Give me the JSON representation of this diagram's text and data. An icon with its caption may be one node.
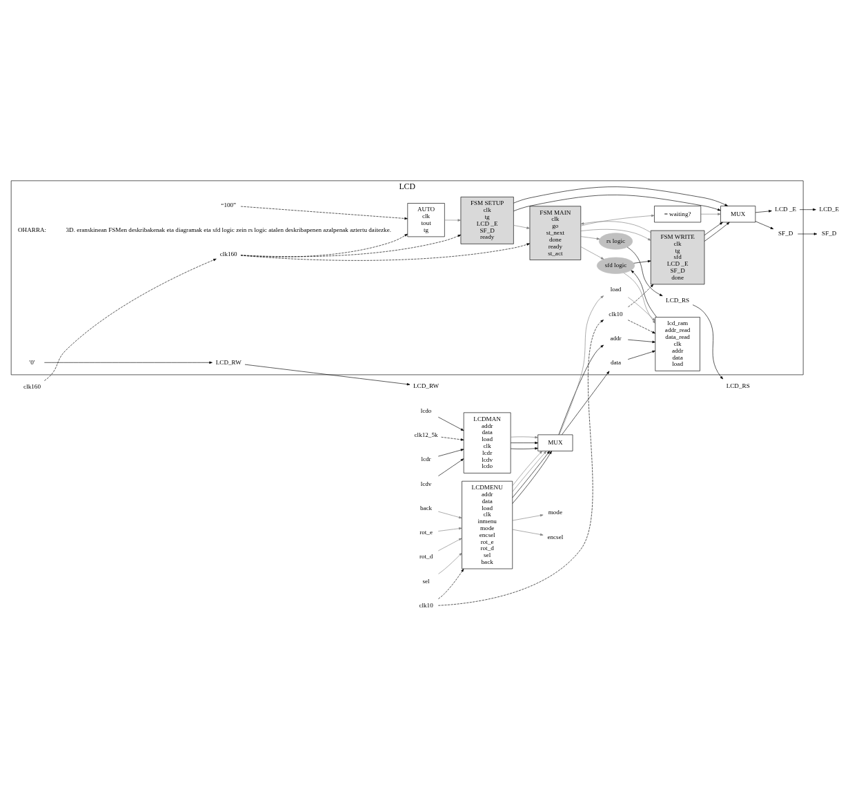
{
  "diagram": {
    "nodes": [
      {
        "text": [
          "LCD"
        ]
      },
      {
        "text": [
          "clk160"
        ],
        "in": 0
      },
      {
        "text": [
          "“100”"
        ],
        "in": 0
      },
      {
        "text": [
          "AUTO",
          "clk",
          "tout",
          "tg"
        ],
        "in": 0
      },
      {
        "text": [
          "FSM SETUP",
          "clk",
          "tg",
          "LCD _E",
          "SF_D",
          "ready"
        ],
        "in": 0
      },
      {
        "text": [
          "clk10"
        ],
        "in": 0
      },
      {
        "text": [
          "FSM WRITE",
          "clk",
          "tg",
          "sfd",
          "LCD _E",
          "SF_D",
          "done"
        ],
        "in": 0
      },
      {
        "text": [
          "FSM MAIN",
          "clk",
          "go",
          "st_next",
          "done",
          "ready",
          "st_act"
        ],
        "in": 0
      },
      {
        "text": [
          "sfd logic"
        ],
        "in": 0
      },
      {
        "text": [
          "′0′"
        ],
        "in": 0
      },
      {
        "text": [
          "LCD_RW"
        ],
        "in": 0
      },
      {
        "text": [
          "MUX"
        ],
        "in": 0
      },
      {
        "text": [
          "LCD _E"
        ],
        "in": 0
      },
      {
        "text": [
          "SF_D"
        ],
        "in": 0
      },
      {
        "text": [
          "LCD_RS"
        ],
        "in": 0
      },
      {
        "text": [
          "= waiting?"
        ],
        "in": 0
      },
      {
        "text": [
          "rs logic"
        ],
        "in": 0
      },
      {
        "text": [
          "lcd_ram",
          "addr_read",
          "data_read",
          "clk",
          "addr",
          "data",
          "load"
        ],
        "in": 0
      },
      {
        "text": [
          "addr"
        ],
        "in": 0
      },
      {
        "text": [
          "data"
        ],
        "in": 0
      },
      {
        "text": [
          "load"
        ],
        "in": 0
      },
      {
        "text": [
          "clk160"
        ]
      },
      {
        "text": [
          "clk10"
        ]
      },
      {
        "text": [
          "LCD_RW"
        ]
      },
      {
        "text": [
          "LCD_E"
        ]
      },
      {
        "text": [
          "SF_D"
        ]
      },
      {
        "text": [
          "LCD_RS"
        ]
      },
      {
        "text": [
          "MUX"
        ]
      },
      {
        "text": [
          "LCDMENU",
          "addr",
          "data",
          "load",
          "clk",
          "inmenu",
          "mode",
          "encsel",
          "rot_e",
          "rot_d",
          "sel",
          "back"
        ]
      },
      {
        "text": [
          "LCDMAN",
          "addr",
          "data",
          "load",
          "clk",
          "lcdr",
          "lcdv",
          "lcdo"
        ]
      },
      {
        "text": [
          "clk12_5k"
        ]
      },
      {
        "text": [
          "rot_e"
        ]
      },
      {
        "text": [
          "rot_d"
        ]
      },
      {
        "text": [
          "sel"
        ]
      },
      {
        "text": [
          "back"
        ]
      },
      {
        "text": [
          "lcdr"
        ]
      },
      {
        "text": [
          "lcdv"
        ]
      },
      {
        "text": [
          "lcdo"
        ]
      },
      {
        "text": [
          "mode"
        ]
      },
      {
        "text": [
          "encsel"
        ]
      }
    ],
    "edges": [
      {
        "from": 21,
        "to": 1,
        "arrow": "to",
        "style": "dashed"
      },
      {
        "from": 1,
        "to": 4,
        "arrow": "to",
        "style": "dashed"
      },
      {
        "from": 1,
        "to": 3,
        "arrow": "to",
        "style": "dashed"
      },
      {
        "from": 1,
        "to": 7,
        "arrow": "to",
        "style": "dashed"
      },
      {
        "from": 2,
        "to": 3,
        "arrow": "to",
        "style": "dashed"
      },
      {
        "from": 3,
        "to": 4,
        "arrow": "to",
        "color": "#808080"
      },
      {
        "from": 22,
        "to": 5,
        "arrow": "to",
        "style": "dashed"
      },
      {
        "from": 5,
        "to": 6,
        "arrow": "to",
        "style": "dashed"
      },
      {
        "from": 5,
        "to": 17,
        "arrow": "to",
        "style": "dashed"
      },
      {
        "from": 22,
        "to": 28,
        "arrow": "to",
        "style": "dashed"
      },
      {
        "from": 4,
        "to": 11,
        "arrow": "to"
      },
      {
        "from": 4,
        "to": 11,
        "arrow": "to"
      },
      {
        "from": 6,
        "to": 11,
        "arrow": "to"
      },
      {
        "from": 6,
        "to": 11,
        "arrow": "to"
      },
      {
        "from": 4,
        "to": 7,
        "arrow": "to",
        "color": "#808080"
      },
      {
        "from": 6,
        "to": 7,
        "arrow": "to",
        "color": "#808080"
      },
      {
        "from": 7,
        "to": 6,
        "arrow": "to",
        "color": "#808080"
      },
      {
        "from": 8,
        "to": 6,
        "arrow": "to"
      },
      {
        "from": 7,
        "to": 8,
        "arrow": "to",
        "color": "#808080"
      },
      {
        "from": 8,
        "to": 17,
        "arrow": "to",
        "color": "#808080"
      },
      {
        "from": 17,
        "to": 8,
        "arrow": "to"
      },
      {
        "from": 7,
        "to": 16,
        "arrow": "to",
        "color": "#808080"
      },
      {
        "from": 7,
        "to": 15,
        "arrow": "to",
        "color": "#808080"
      },
      {
        "from": 15,
        "to": 11,
        "arrow": "to",
        "color": "#808080"
      },
      {
        "from": 16,
        "to": 14,
        "arrow": "to"
      },
      {
        "from": 9,
        "to": 10,
        "arrow": "to"
      },
      {
        "from": 11,
        "to": 12,
        "arrow": "to"
      },
      {
        "from": 11,
        "to": 13,
        "arrow": "to"
      },
      {
        "from": 10,
        "to": 23,
        "arrow": "to"
      },
      {
        "from": 12,
        "to": 24,
        "arrow": "to"
      },
      {
        "from": 13,
        "to": 25,
        "arrow": "to"
      },
      {
        "from": 14,
        "to": 26,
        "arrow": "to"
      },
      {
        "from": 18,
        "to": 17,
        "arrow": "to"
      },
      {
        "from": 19,
        "to": 17,
        "arrow": "to"
      },
      {
        "from": 20,
        "to": 17,
        "arrow": "to",
        "color": "#808080"
      },
      {
        "from": 27,
        "to": 18,
        "arrow": "to"
      },
      {
        "from": 27,
        "to": 19,
        "arrow": "to"
      },
      {
        "from": 27,
        "to": 20,
        "arrow": "to",
        "color": "#808080"
      },
      {
        "from": 28,
        "to": 27,
        "arrow": "to"
      },
      {
        "from": 28,
        "to": 27,
        "arrow": "to"
      },
      {
        "from": 28,
        "to": 27,
        "arrow": "to",
        "color": "#808080"
      },
      {
        "from": 28,
        "to": 27,
        "arrow": "to",
        "color": "#808080"
      },
      {
        "from": 29,
        "to": 27,
        "arrow": "to"
      },
      {
        "from": 29,
        "to": 27,
        "arrow": "to"
      },
      {
        "from": 29,
        "to": 27,
        "arrow": "to",
        "color": "#808080"
      },
      {
        "from": 30,
        "to": 29,
        "arrow": "to",
        "style": "dashed"
      },
      {
        "from": 31,
        "to": 28,
        "arrow": "to",
        "color": "#808080"
      },
      {
        "from": 32,
        "to": 28,
        "arrow": "to",
        "color": "#808080"
      },
      {
        "from": 33,
        "to": 28,
        "arrow": "to",
        "color": "#808080"
      },
      {
        "from": 34,
        "to": 28,
        "arrow": "to",
        "color": "#808080"
      },
      {
        "from": 35,
        "to": 29,
        "arrow": "to"
      },
      {
        "from": 36,
        "to": 29,
        "arrow": "to"
      },
      {
        "from": 37,
        "to": 29,
        "arrow": "to"
      },
      {
        "from": 28,
        "to": 38,
        "arrow": "to",
        "color": "#808080"
      },
      {
        "from": 28,
        "to": 39,
        "arrow": "to",
        "color": "#808080"
      }
    ],
    "labels": [
      "OHARRA:",
      "3D. eranskinean FSMen deskribakenak eta diagramak eta sfd logic zein rs logic atalen deskribapenen azalpenak aztertu daitezke."
    ]
  }
}
